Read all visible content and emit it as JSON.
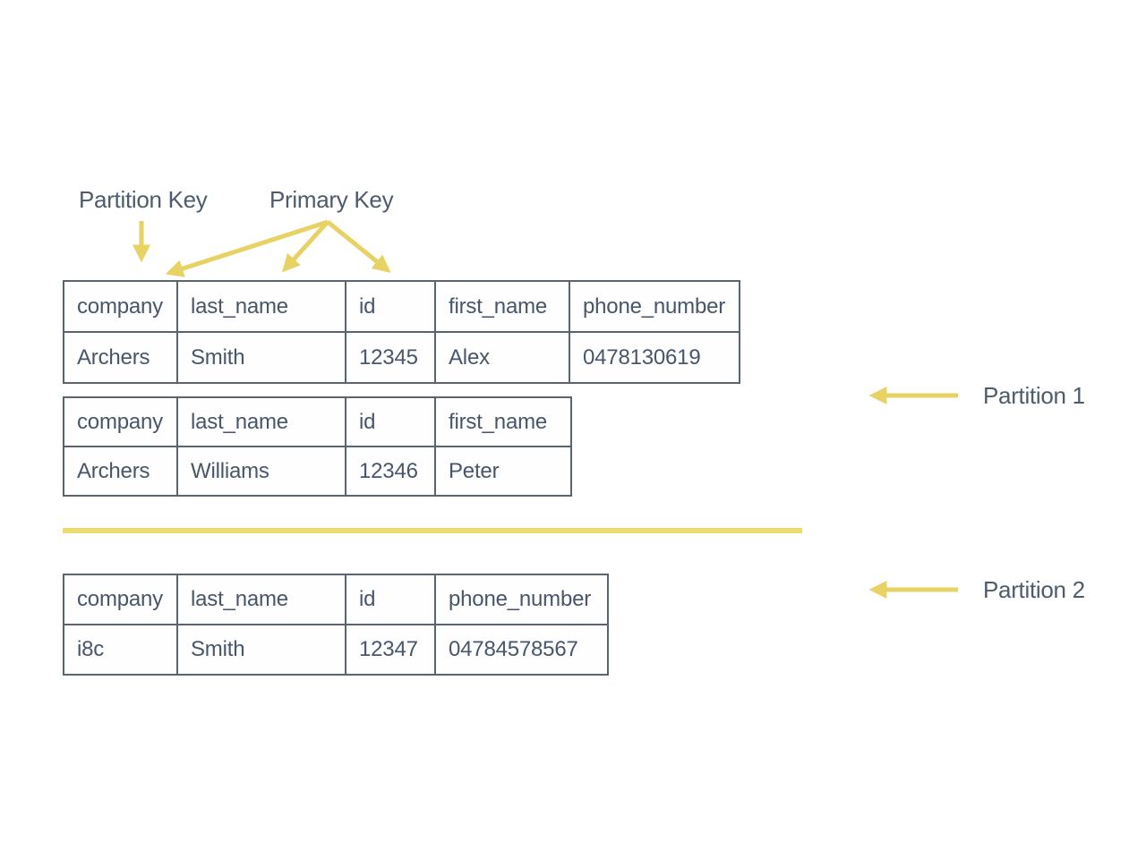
{
  "colors": {
    "accent_yellow": "#e7d263",
    "divider_yellow": "#ebdc72",
    "table_border": "#5a646e",
    "text_blue_gray": "#47566a"
  },
  "labels": {
    "partition_key": "Partition Key",
    "primary_key": "Primary Key",
    "partition_1": "Partition 1",
    "partition_2": "Partition 2"
  },
  "arrows": {
    "partition_key_arrow": "down-arrow",
    "primary_key_arrows": "three-way-fan-down-arrows",
    "partition_1_arrow": "left-arrow",
    "partition_2_arrow": "left-arrow",
    "partition_divider": "horizontal-line"
  },
  "tables": [
    {
      "partition": "Partition 1",
      "headers": [
        "company",
        "last_name",
        "id",
        "first_name",
        "phone_number"
      ],
      "rows": [
        [
          "Archers",
          "Smith",
          "12345",
          "Alex",
          "0478130619"
        ]
      ]
    },
    {
      "partition": "Partition 1",
      "headers": [
        "company",
        "last_name",
        "id",
        "first_name"
      ],
      "rows": [
        [
          "Archers",
          "Williams",
          "12346",
          "Peter"
        ]
      ]
    },
    {
      "partition": "Partition 2",
      "headers": [
        "company",
        "last_name",
        "id",
        "phone_number"
      ],
      "rows": [
        [
          "i8c",
          "Smith",
          "12347",
          "04784578567"
        ]
      ]
    }
  ]
}
